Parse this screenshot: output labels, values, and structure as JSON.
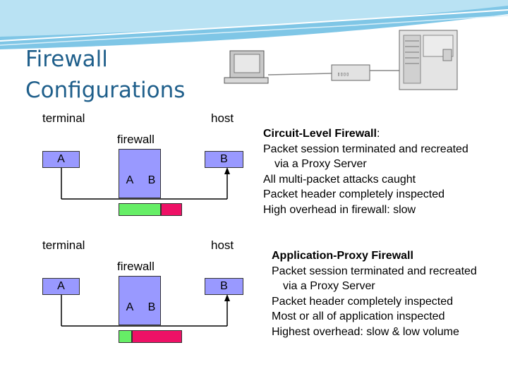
{
  "slide": {
    "title_line1": "Firewall",
    "title_line2": "Configurations"
  },
  "diagram1": {
    "terminal_label": "terminal",
    "host_label": "host",
    "firewall_label": "firewall",
    "node_a": "A",
    "node_b": "B",
    "fw_a": "A",
    "fw_b": "B"
  },
  "diagram2": {
    "terminal_label": "terminal",
    "host_label": "host",
    "firewall_label": "firewall",
    "node_a": "A",
    "node_b": "B",
    "fw_a": "A",
    "fw_b": "B"
  },
  "panel1": {
    "heading": "Circuit-Level Firewall",
    "heading_suffix": ":",
    "line1": "Packet session terminated and recreated",
    "line2": "via a Proxy Server",
    "line3": "All multi-packet attacks caught",
    "line4": "Packet header completely inspected",
    "line5": "High overhead in firewall: slow"
  },
  "panel2": {
    "heading": "Application-Proxy Firewall",
    "line1": "Packet session terminated and recreated",
    "line2": "via a Proxy Server",
    "line3": "Packet header completely inspected",
    "line4": "Most or all of application inspected",
    "line5": "Highest overhead: slow & low volume"
  },
  "colors": {
    "node_fill": "#9999ff",
    "green": "#66ee66",
    "red": "#ee1166",
    "title": "#1f5f8b"
  },
  "packet_bars": {
    "diagram1_green_fraction": 0.67,
    "diagram2_green_fraction": 0.21
  }
}
